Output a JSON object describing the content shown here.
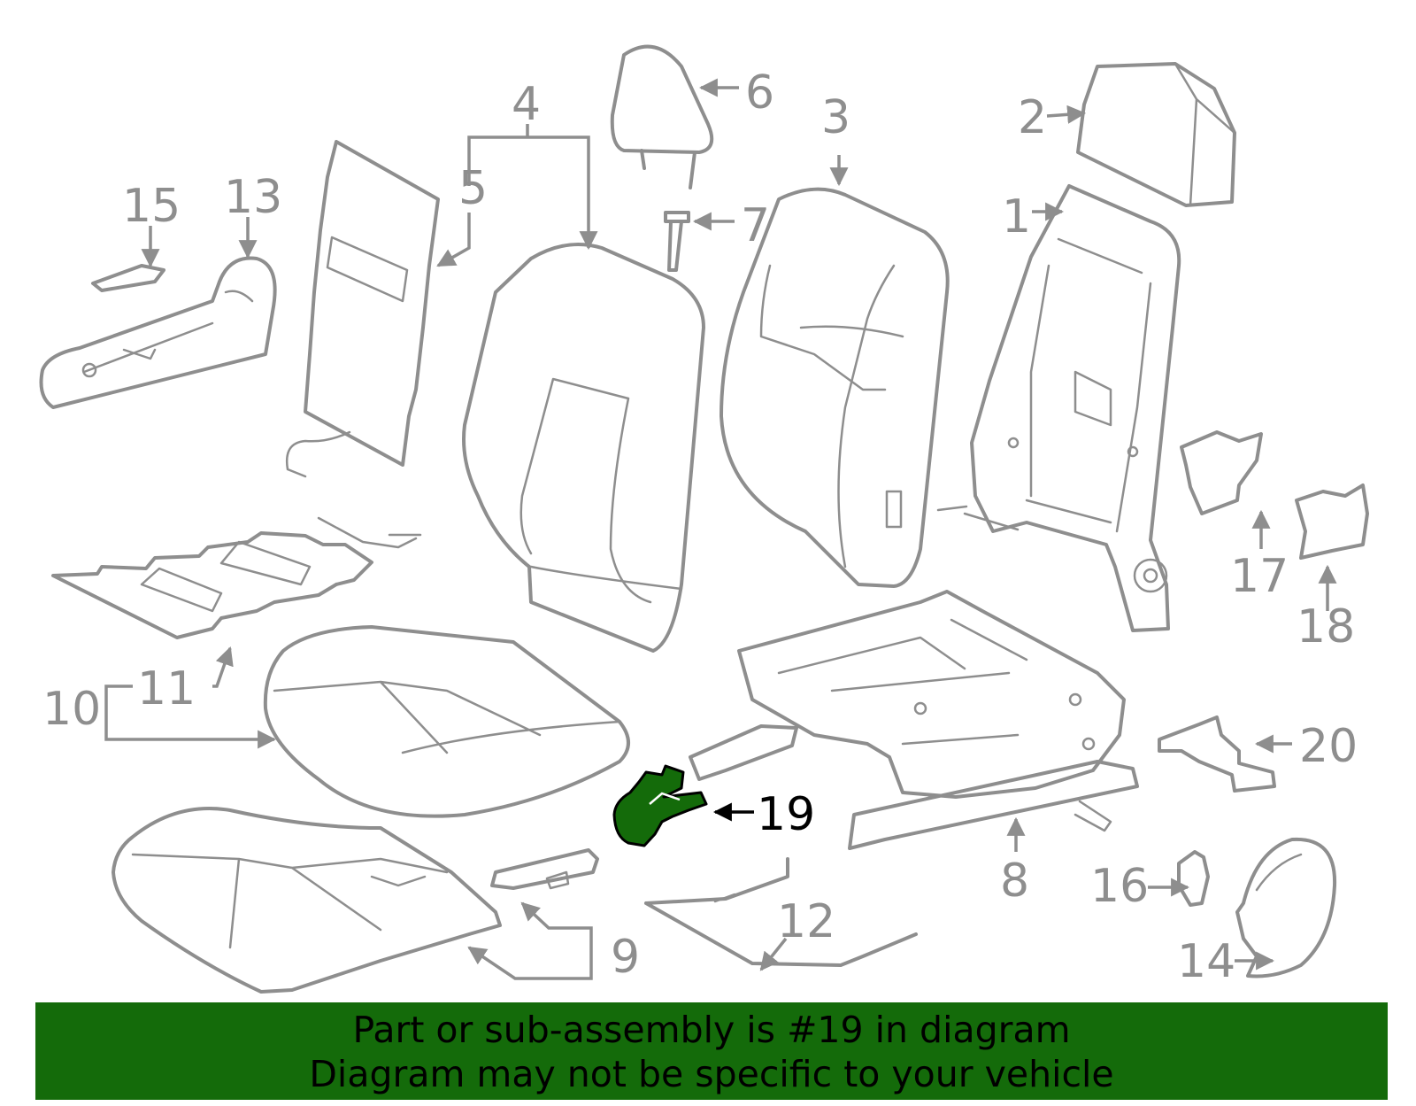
{
  "callouts": {
    "c1": "1",
    "c2": "2",
    "c3": "3",
    "c4": "4",
    "c5": "5",
    "c6": "6",
    "c7": "7",
    "c8": "8",
    "c9": "9",
    "c10": "10",
    "c11": "11",
    "c12": "12",
    "c13": "13",
    "c14": "14",
    "c15": "15",
    "c16": "16",
    "c17": "17",
    "c18": "18",
    "c19": "19",
    "c20": "20"
  },
  "highlighted_part": "19",
  "banner": {
    "line1": "Part or sub-assembly is #19 in diagram",
    "line2": "Diagram may not be specific to your vehicle"
  },
  "colors": {
    "highlight": "#146b0a",
    "line_art": "#8e8e8e"
  }
}
